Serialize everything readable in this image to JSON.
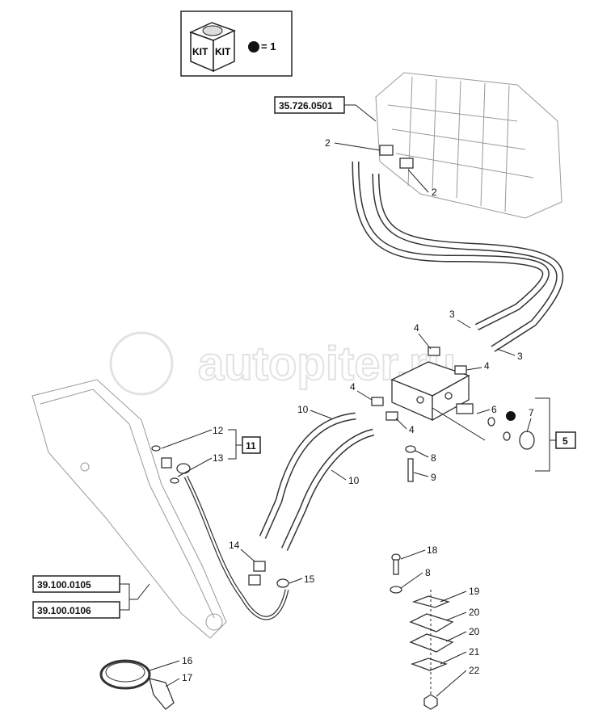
{
  "kit_legend": {
    "kit_label_left": "KIT",
    "kit_label_right": "KIT",
    "equals_text": "= 1"
  },
  "references": {
    "valve_ref": "35.726.0501",
    "boom_ref_1": "39.100.0105",
    "boom_ref_2": "39.100.0106",
    "group_11": "11",
    "group_5": "5"
  },
  "watermark": "autopiter.ru",
  "callouts": {
    "c2a": "2",
    "c2b": "2",
    "c3a": "3",
    "c3b": "3",
    "c4a": "4",
    "c4b": "4",
    "c4c": "4",
    "c4d": "4",
    "c6": "6",
    "c7": "7",
    "c8a": "8",
    "c9": "9",
    "c10a": "10",
    "c10b": "10",
    "c12": "12",
    "c13": "13",
    "c14": "14",
    "c15": "15",
    "c16": "16",
    "c17": "17",
    "c18": "18",
    "c8b": "8",
    "c19": "19",
    "c20a": "20",
    "c20b": "20",
    "c21": "21",
    "c22": "22"
  }
}
